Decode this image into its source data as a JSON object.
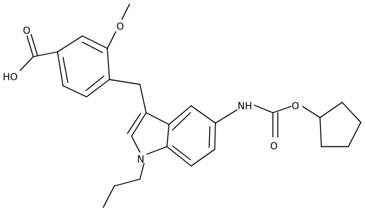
{
  "molecule": {
    "labels": {
      "methoxy_o": "O",
      "acid_ho": "HO",
      "acid_o": "O",
      "n1": "N",
      "carbamate_nh": "NH",
      "ester_o": "O",
      "carbonyl_o": "O"
    },
    "colors": {
      "line": "#000000",
      "background": "#ffffff"
    }
  }
}
